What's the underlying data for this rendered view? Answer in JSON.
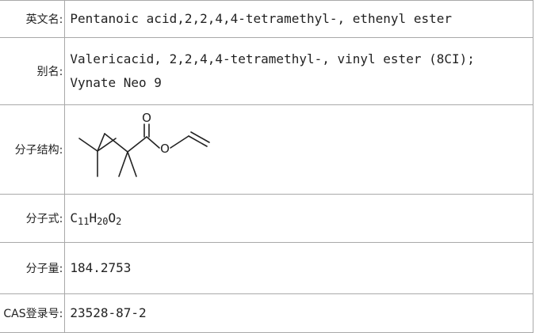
{
  "rows": {
    "english_name": {
      "label": "英文名:",
      "value": "Pentanoic acid,2,2,4,4-tetramethyl-, ethenyl ester"
    },
    "alias": {
      "label": "别名:",
      "value_line1": "Valericacid, 2,2,4,4-tetramethyl-, vinyl ester (8CI);",
      "value_line2": "Vynate Neo 9"
    },
    "structure": {
      "label": "分子结构:",
      "oxygen_carbonyl": "O",
      "oxygen_ester": "O",
      "icon": "molecular-structure-icon"
    },
    "formula": {
      "label": "分子式:",
      "c": "C",
      "c_n": "11",
      "h": "H",
      "h_n": "20",
      "o": "O",
      "o_n": "2"
    },
    "mass": {
      "label": "分子量:",
      "value": "184.2753"
    },
    "cas": {
      "label": "CAS登录号:",
      "value": "23528-87-2"
    }
  }
}
